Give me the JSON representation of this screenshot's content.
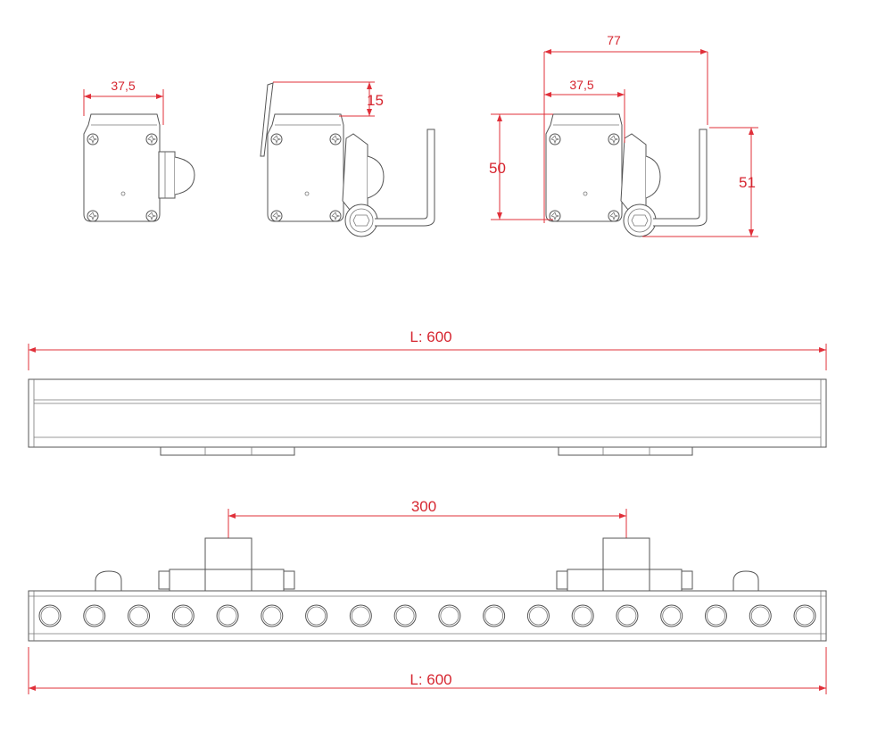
{
  "dimensions": {
    "side_width": "37,5",
    "bracket_offset": "15",
    "overall_width": "77",
    "bracket_width": "37,5",
    "body_height": "50",
    "bracket_height": "51",
    "top_length": "L: 600",
    "bracket_spacing": "300",
    "front_length": "L: 600"
  },
  "front_view": {
    "led_count": 18
  },
  "colors": {
    "dimension": "#e0303a",
    "outline": "#555555"
  }
}
